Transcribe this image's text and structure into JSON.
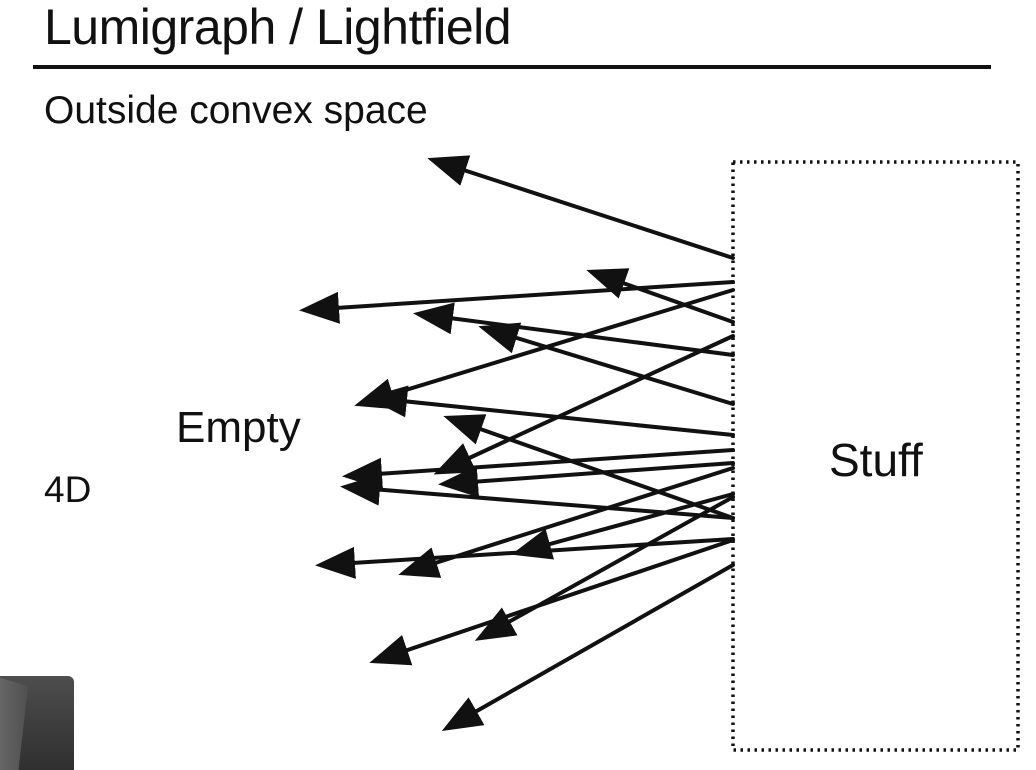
{
  "slide": {
    "title": "Lumigraph / Lightfield",
    "subtitle": "Outside convex space"
  },
  "diagram": {
    "empty_label": "Empty",
    "dimension_label": "4D",
    "stuff_label": "Stuff"
  },
  "colors": {
    "background": "#ffffff",
    "ink": "#111111"
  },
  "icons": {
    "webcam": "webcam-thumbnail"
  }
}
